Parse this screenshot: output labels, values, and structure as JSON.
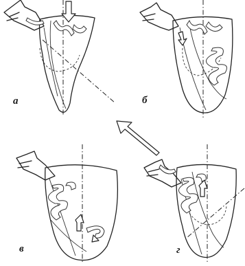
{
  "panels": [
    {
      "id": "a",
      "label": "а"
    },
    {
      "id": "b",
      "label": "б"
    },
    {
      "id": "v",
      "label": "в"
    },
    {
      "id": "g",
      "label": "г"
    }
  ],
  "colors": {
    "line": "#222222",
    "background": "#ffffff"
  },
  "icons": {
    "flow_arrow": "hollow-arrow-icon",
    "swirl": "vortex-swirl-icon"
  }
}
